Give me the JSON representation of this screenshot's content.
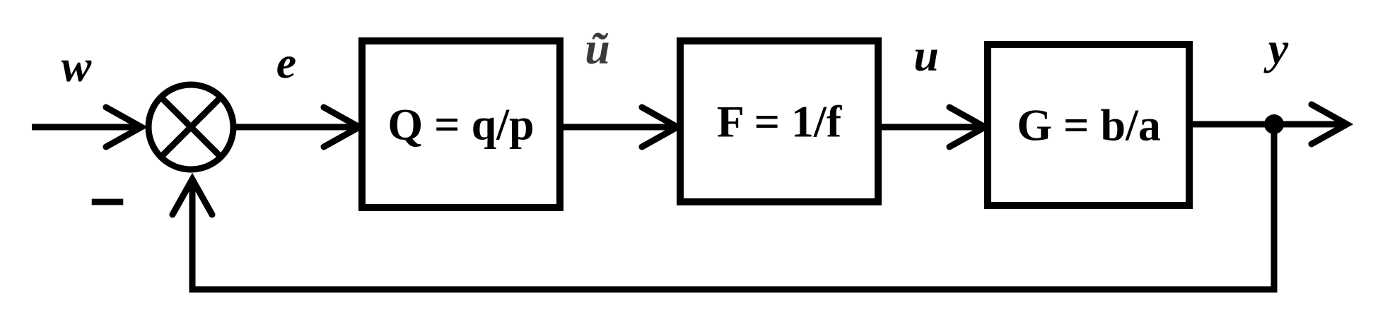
{
  "signals": {
    "w": "w",
    "e": "e",
    "u_tilde": "ũ",
    "u": "u",
    "y": "y"
  },
  "feedback_sign": "–",
  "blocks": {
    "q": "Q = q/p",
    "f": "F = 1/f",
    "g": "G = b/a"
  }
}
